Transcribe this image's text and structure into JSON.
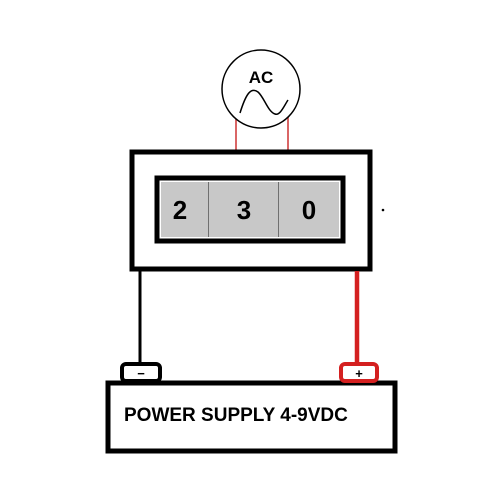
{
  "ac_source": {
    "label": "AC"
  },
  "display": {
    "digits": [
      "2",
      "3",
      "0"
    ]
  },
  "power_supply": {
    "label": "POWER SUPPLY 4-9VDC",
    "negative_terminal": "−",
    "positive_terminal": "+"
  },
  "colors": {
    "outline": "#000000",
    "digit_background": "#c8c8c8",
    "ac_wire": "#d04040",
    "positive_wire": "#d42020",
    "negative_wire": "#000000",
    "background": "#ffffff"
  }
}
